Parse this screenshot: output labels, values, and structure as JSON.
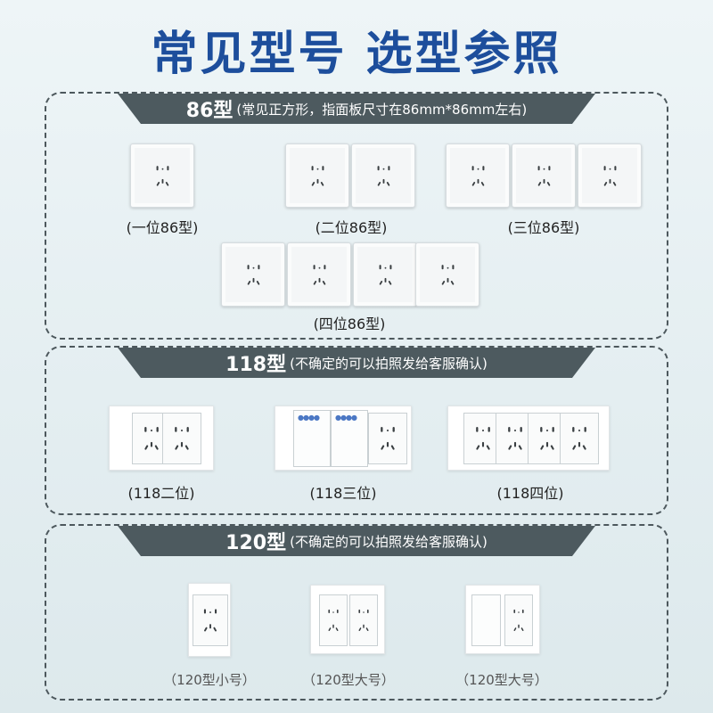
{
  "title": "常见型号 选型参照",
  "section86": {
    "header_big": "86型",
    "header_small": "(常见正方形，指面板尺寸在86mm*86mm左右)",
    "captions": [
      "(一位86型)",
      "(二位86型)",
      "(三位86型)",
      "(四位86型)"
    ]
  },
  "section118": {
    "header_big": "118型",
    "header_small": "(不确定的可以拍照发给客服确认)",
    "captions": [
      "(118二位)",
      "(118三位)",
      "(118四位)"
    ],
    "switch_dots": "●●●●"
  },
  "section120": {
    "header_big": "120型",
    "header_small": "(不确定的可以拍照发给客服确认)",
    "captions": [
      "（120型小号）",
      "（120型大号）",
      "（120型大号）"
    ]
  }
}
